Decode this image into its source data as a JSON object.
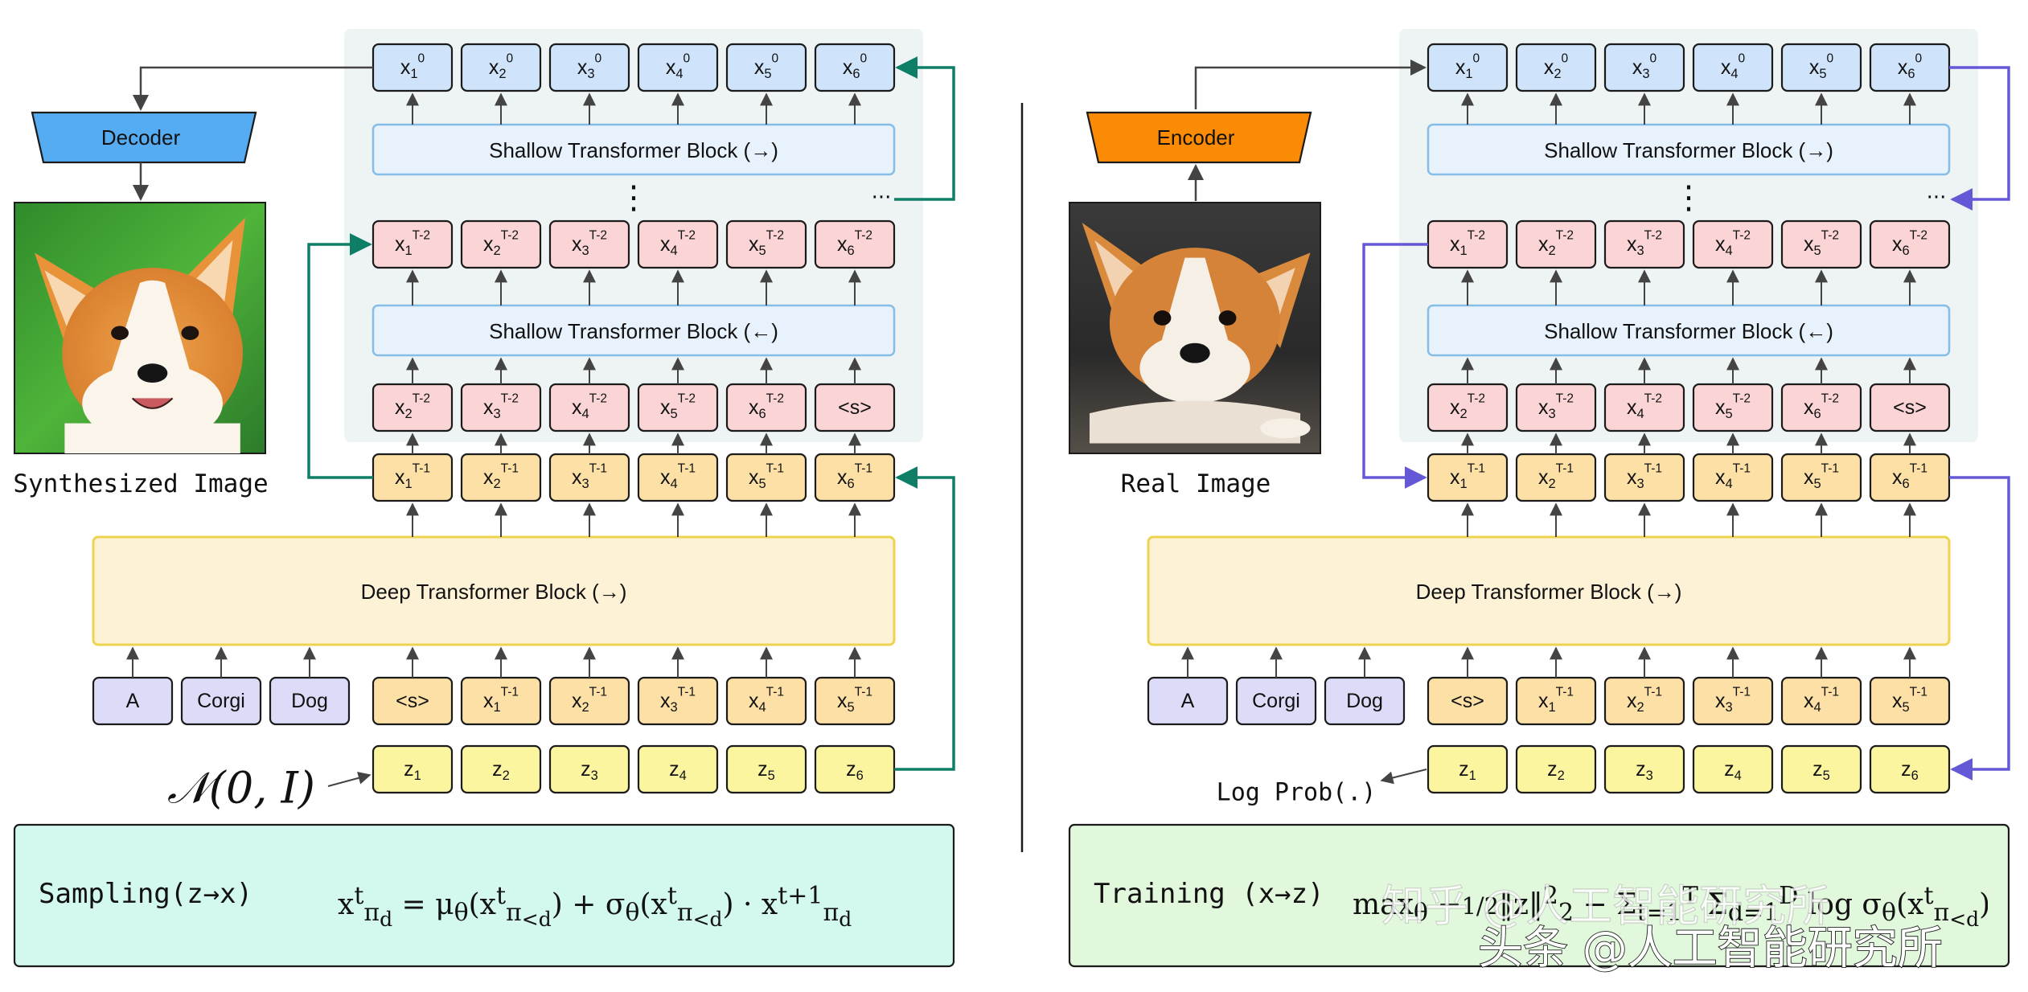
{
  "colors": {
    "grey_panel": "#eef3f3",
    "blue_token_fill": "#cfe3fb",
    "pink_token_fill": "#fbd5d6",
    "orange_token_fill": "#fce0a6",
    "yellow_token_fill": "#fbf59f",
    "text_token_fill": "#dcdcf9",
    "shallow_block_fill": "#e8f2fd",
    "shallow_block_stroke": "#86bde6",
    "deep_block_fill": "#fdf2d6",
    "deep_block_stroke": "#eed34e",
    "decoder_fill": "#55acf2",
    "encoder_fill": "#fb8a04",
    "sampling_fill": "#d3f8f0",
    "training_fill": "#e1f8dc",
    "green_arrow": "#0e7f66",
    "purple_arrow": "#6558d7",
    "dark_arrow": "#444444"
  },
  "left": {
    "decoder_label": "Decoder",
    "image_caption": "Synthesized Image",
    "noise_label": "𝒩(0, I)",
    "dots": "⋮",
    "ellipsis": "···",
    "top_tokens": [
      {
        "base": "x",
        "sub": "1",
        "sup": "0"
      },
      {
        "base": "x",
        "sub": "2",
        "sup": "0"
      },
      {
        "base": "x",
        "sub": "3",
        "sup": "0"
      },
      {
        "base": "x",
        "sub": "4",
        "sup": "0"
      },
      {
        "base": "x",
        "sub": "5",
        "sup": "0"
      },
      {
        "base": "x",
        "sub": "6",
        "sup": "0"
      }
    ],
    "shallow_top_label": "Shallow Transformer Block (→)",
    "mid_tokens": [
      {
        "base": "x",
        "sub": "1",
        "sup": "T-2"
      },
      {
        "base": "x",
        "sub": "2",
        "sup": "T-2"
      },
      {
        "base": "x",
        "sub": "3",
        "sup": "T-2"
      },
      {
        "base": "x",
        "sub": "4",
        "sup": "T-2"
      },
      {
        "base": "x",
        "sub": "5",
        "sup": "T-2"
      },
      {
        "base": "x",
        "sub": "6",
        "sup": "T-2"
      }
    ],
    "shallow_bottom_label": "Shallow Transformer Block (←)",
    "rev_tokens": [
      {
        "base": "x",
        "sub": "2",
        "sup": "T-2"
      },
      {
        "base": "x",
        "sub": "3",
        "sup": "T-2"
      },
      {
        "base": "x",
        "sub": "4",
        "sup": "T-2"
      },
      {
        "base": "x",
        "sub": "5",
        "sup": "T-2"
      },
      {
        "base": "x",
        "sub": "6",
        "sup": "T-2"
      },
      {
        "base": "<s>",
        "sub": "",
        "sup": ""
      }
    ],
    "deep_out_tokens": [
      {
        "base": "x",
        "sub": "1",
        "sup": "T-1"
      },
      {
        "base": "x",
        "sub": "2",
        "sup": "T-1"
      },
      {
        "base": "x",
        "sub": "3",
        "sup": "T-1"
      },
      {
        "base": "x",
        "sub": "4",
        "sup": "T-1"
      },
      {
        "base": "x",
        "sub": "5",
        "sup": "T-1"
      },
      {
        "base": "x",
        "sub": "6",
        "sup": "T-1"
      }
    ],
    "deep_block_label": "Deep Transformer Block (→)",
    "text_tokens": [
      "A",
      "Corgi",
      "Dog"
    ],
    "deep_in_tokens": [
      {
        "base": "<s>",
        "sub": "",
        "sup": ""
      },
      {
        "base": "x",
        "sub": "1",
        "sup": "T-1"
      },
      {
        "base": "x",
        "sub": "2",
        "sup": "T-1"
      },
      {
        "base": "x",
        "sub": "3",
        "sup": "T-1"
      },
      {
        "base": "x",
        "sub": "4",
        "sup": "T-1"
      },
      {
        "base": "x",
        "sub": "5",
        "sup": "T-1"
      }
    ],
    "z_tokens": [
      {
        "base": "z",
        "sub": "1",
        "sup": ""
      },
      {
        "base": "z",
        "sub": "2",
        "sup": ""
      },
      {
        "base": "z",
        "sub": "3",
        "sup": ""
      },
      {
        "base": "z",
        "sub": "4",
        "sup": ""
      },
      {
        "base": "z",
        "sub": "5",
        "sup": ""
      },
      {
        "base": "z",
        "sub": "6",
        "sup": ""
      }
    ],
    "bottom_label": "Sampling(z→x)",
    "formula": "x<sup>t</sup><sub>π<sub>d</sub></sub> = μ<sub>θ</sub>(x<sup>t</sup><sub>π<sub>&lt;d</sub></sub>) + σ<sub>θ</sub>(x<sup>t</sup><sub>π<sub>&lt;d</sub></sub>) · x<sup>t+1</sup><sub>π<sub>d</sub></sub>"
  },
  "right": {
    "encoder_label": "Encoder",
    "image_caption": "Real Image",
    "log_prob_label": "Log Prob(.)",
    "dots": "⋮",
    "ellipsis": "···",
    "top_tokens": [
      {
        "base": "x",
        "sub": "1",
        "sup": "0"
      },
      {
        "base": "x",
        "sub": "2",
        "sup": "0"
      },
      {
        "base": "x",
        "sub": "3",
        "sup": "0"
      },
      {
        "base": "x",
        "sub": "4",
        "sup": "0"
      },
      {
        "base": "x",
        "sub": "5",
        "sup": "0"
      },
      {
        "base": "x",
        "sub": "6",
        "sup": "0"
      }
    ],
    "shallow_top_label": "Shallow Transformer Block (→)",
    "mid_tokens": [
      {
        "base": "x",
        "sub": "1",
        "sup": "T-2"
      },
      {
        "base": "x",
        "sub": "2",
        "sup": "T-2"
      },
      {
        "base": "x",
        "sub": "3",
        "sup": "T-2"
      },
      {
        "base": "x",
        "sub": "4",
        "sup": "T-2"
      },
      {
        "base": "x",
        "sub": "5",
        "sup": "T-2"
      },
      {
        "base": "x",
        "sub": "6",
        "sup": "T-2"
      }
    ],
    "shallow_bottom_label": "Shallow Transformer Block (←)",
    "rev_tokens": [
      {
        "base": "x",
        "sub": "2",
        "sup": "T-2"
      },
      {
        "base": "x",
        "sub": "3",
        "sup": "T-2"
      },
      {
        "base": "x",
        "sub": "4",
        "sup": "T-2"
      },
      {
        "base": "x",
        "sub": "5",
        "sup": "T-2"
      },
      {
        "base": "x",
        "sub": "6",
        "sup": "T-2"
      },
      {
        "base": "<s>",
        "sub": "",
        "sup": ""
      }
    ],
    "deep_out_tokens": [
      {
        "base": "x",
        "sub": "1",
        "sup": "T-1"
      },
      {
        "base": "x",
        "sub": "2",
        "sup": "T-1"
      },
      {
        "base": "x",
        "sub": "3",
        "sup": "T-1"
      },
      {
        "base": "x",
        "sub": "4",
        "sup": "T-1"
      },
      {
        "base": "x",
        "sub": "5",
        "sup": "T-1"
      },
      {
        "base": "x",
        "sub": "6",
        "sup": "T-1"
      }
    ],
    "deep_block_label": "Deep Transformer Block (→)",
    "text_tokens": [
      "A",
      "Corgi",
      "Dog"
    ],
    "deep_in_tokens": [
      {
        "base": "<s>",
        "sub": "",
        "sup": ""
      },
      {
        "base": "x",
        "sub": "1",
        "sup": "T-1"
      },
      {
        "base": "x",
        "sub": "2",
        "sup": "T-1"
      },
      {
        "base": "x",
        "sub": "3",
        "sup": "T-1"
      },
      {
        "base": "x",
        "sub": "4",
        "sup": "T-1"
      },
      {
        "base": "x",
        "sub": "5",
        "sup": "T-1"
      }
    ],
    "z_tokens": [
      {
        "base": "z",
        "sub": "1",
        "sup": ""
      },
      {
        "base": "z",
        "sub": "2",
        "sup": ""
      },
      {
        "base": "z",
        "sub": "3",
        "sup": ""
      },
      {
        "base": "z",
        "sub": "4",
        "sup": ""
      },
      {
        "base": "z",
        "sub": "5",
        "sup": ""
      },
      {
        "base": "z",
        "sub": "6",
        "sup": ""
      }
    ],
    "bottom_label": "Training (x→z)",
    "formula": "max<sub>θ</sub> −<span style='font-size:0.8em'>1/2</span>‖z‖<sup>2</sup><sub>2</sub> − Σ<sub>t=1</sub><sup>T</sup> Σ<sub>d=1</sub><sup>D</sup> log σ<sub>θ</sub>(x<sup>t</sup><sub>π<sub>&lt;d</sub></sub>)"
  },
  "watermark": {
    "line1": "知乎 @人工智能研究所",
    "line2": "头条 @人工智能研究所"
  }
}
